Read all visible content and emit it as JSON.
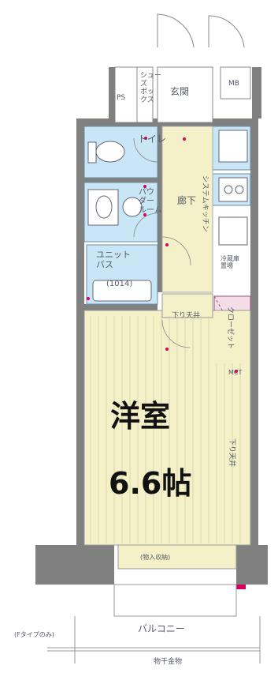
{
  "rooms": {
    "shoe_box": "シュー\nズ\nボッ\nクス",
    "ps": "PS",
    "entrance": "玄関",
    "mb": "MB",
    "toilet": "トイレ",
    "powder_room": "パウ\nダー\nルーム",
    "corridor": "廊下",
    "system_kitchen": "システムキッチン",
    "unit_bath": "ユニット\nバス",
    "unit_bath_size": "(1014)",
    "fridge": "冷蔵庫\n置場",
    "closet": "クローゼット",
    "lowered_ceiling_1": "下り天井",
    "lowered_ceiling_2": "下り天井",
    "main_room_name": "洋室",
    "main_room_size": "6.6帖",
    "balcony": "バルコニー",
    "balcony_note": "(Fタイプのみ)",
    "dry_storage": "物干金物",
    "mct": "MCT",
    "storage_label": "(物入収納)"
  },
  "colors": {
    "wall": "#7a7a7a",
    "floor": "#f4f1c8",
    "wet": "#c8e6f6",
    "accent": "#d6005a",
    "closet": "#f4dde6"
  }
}
